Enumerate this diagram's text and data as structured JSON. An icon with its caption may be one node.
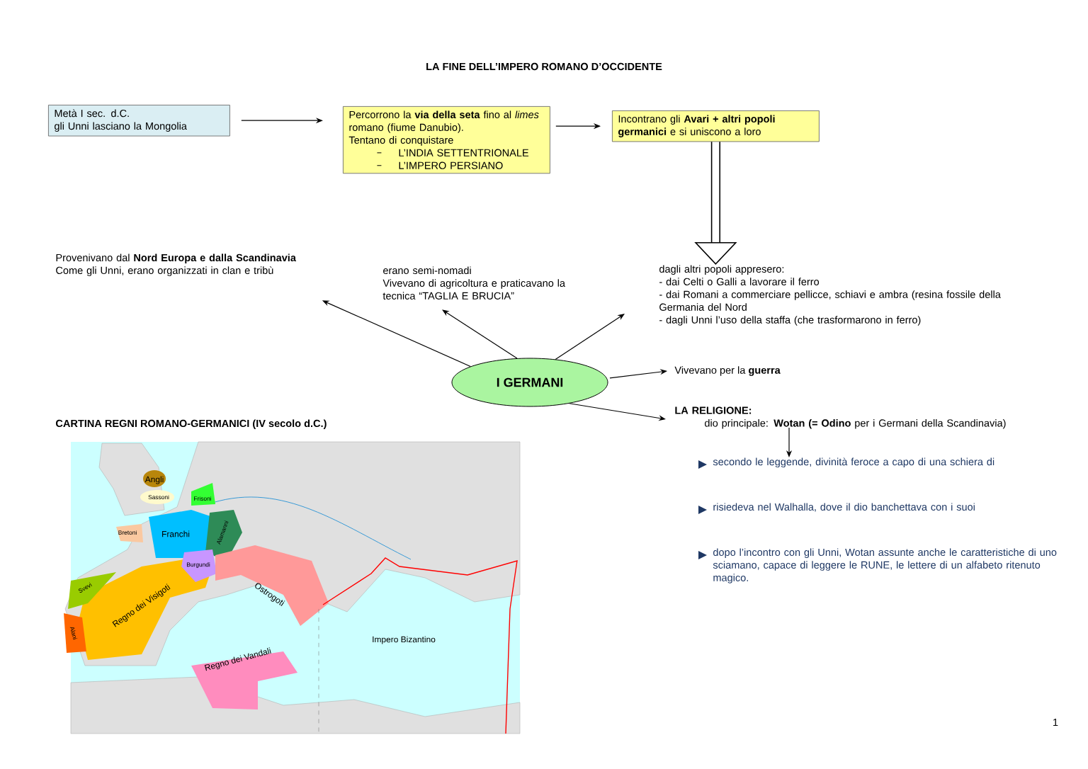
{
  "diagram": {
    "title": "LA FINE DELL’IMPERO ROMANO D’OCCIDENTE",
    "nodes": [
      {
        "text": [
          "Metà I sec. d.C.",
          "gli Unni lasciano la Mongolia"
        ]
      },
      {
        "text": [
          "Percorrono la **via della seta** fino al *limes* romano (fiume Danubio).",
          "Tentano di conquistare",
          "L’INDIA SETTENTRIONALE",
          "L’IMPERO PERSIANO"
        ]
      },
      {
        "text": [
          "Incontrano gli **Avari + altri popoli germanici** e si uniscono a loro"
        ]
      },
      {
        "text": [
          "Provenivano dal **Nord Europa e dalla Scandinavia**",
          "Come gli Unni, erano organizzati in clan e tribù"
        ]
      },
      {
        "text": [
          "erano semi-nomadi",
          "Vivevano di agricoltura e praticavano la tecnica “TAGLIA E BRUCIA”"
        ]
      },
      {
        "text": [
          "dagli altri popoli appresero:",
          "- dai Celti o Galli a lavorare il ferro",
          "- dai Romani a commerciare pellicce, schiavi e ambra (resina fossile della Germania del Nord",
          "- dagli Unni l’uso della staffa (che trasformarono in ferro)"
        ]
      },
      {
        "text": [
          "I GERMANI"
        ]
      },
      {
        "text": [
          "Vivevano per la **guerra**"
        ]
      },
      {
        "text": [
          "LA RELIGIONE:",
          "dio principale: **Wotan (= Odino** per i Germani della Scandinavia)"
        ]
      },
      {
        "text": [
          "secondo le leggende, divinità feroce a capo di una schiera di"
        ]
      }
    ],
    "edges": [
      {
        "from": 0,
        "to": 1,
        "arrow": "to"
      },
      {
        "from": 1,
        "to": 2,
        "arrow": "to"
      },
      {
        "from": 2,
        "to": 5,
        "arrow": "to",
        "style": "thick"
      },
      {
        "from": 6,
        "to": 3,
        "arrow": "to"
      },
      {
        "from": 6,
        "to": 4,
        "arrow": "to"
      },
      {
        "from": 6,
        "to": 5,
        "arrow": "to"
      },
      {
        "from": 6,
        "to": 7,
        "arrow": "to"
      },
      {
        "from": 6,
        "to": 8,
        "arrow": "to"
      },
      {
        "from": 8,
        "to": 9,
        "arrow": "to"
      }
    ],
    "labels": [
      "CARTINA REGNI ROMANO-GERMANICI (IV secolo d.C.)",
      "Angli",
      "Sassoni",
      "Frisoni",
      "Bretoni",
      "Franchi",
      "Alamanni",
      "Burgundi",
      "Svevi",
      "Regno dei Visigoti",
      "Alani",
      "Ostrogoti",
      "Regno dei Vandali",
      "Impero Bizantino",
      "risiedeva nel Walhalla, dove il dio banchettava con i suoi",
      "dopo l’incontro con gli Unni, Wotan assunte anche le caratteristiche di uno sciamano, capace di leggere le RUNE, le lettere di un alfabeto ritenuto magico.",
      "1"
    ]
  }
}
